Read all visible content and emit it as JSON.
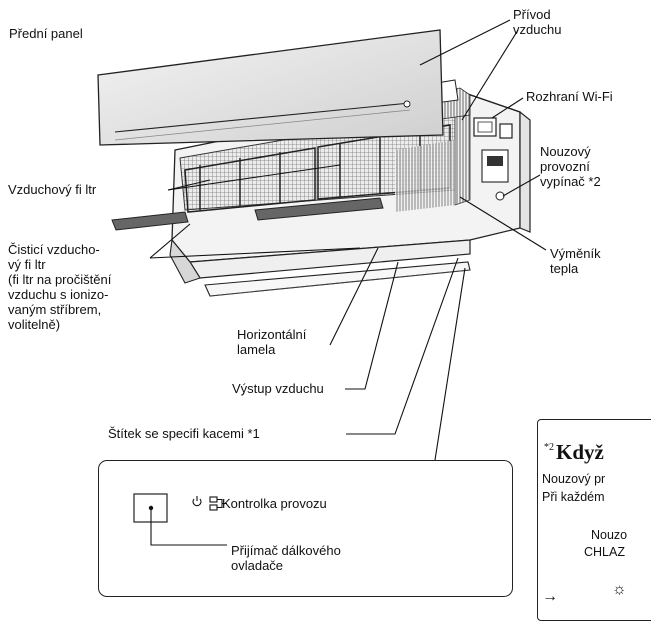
{
  "labels": {
    "front_panel": "Přední panel",
    "air_inlet": "Přívod\nvzduchu",
    "wifi": "Rozhraní Wi-Fi",
    "emergency_switch": "Nouzový\nprovozní\nvypínač *2",
    "air_filter": "Vzduchový fi ltr",
    "cleaning_filter": "Čisticí vzducho-\nvý fi ltr\n(fi ltr na pročištění\nvzduchu s ionizo-\nvaným stříbrem,\nvolitelně)",
    "heat_exchanger": "Výměník\ntepla",
    "horizontal_louver": "Horizontální\nlamela",
    "air_outlet": "Výstup vzduchu",
    "spec_label": "Štítek se specifi kacemi *1",
    "operation_indicator": "Kontrolka provozu",
    "remote_receiver": "Přijímač dálkového\novladače"
  },
  "note": {
    "title_sup": "*2",
    "title": "Když",
    "line1": "Nouzový pr",
    "line2": "Při každém",
    "line3": "Nouzo",
    "line4": "CHLAZ"
  },
  "colors": {
    "line": "#222222",
    "panel_gray": "#d9d9d9",
    "filter_dark": "#6f6f6f"
  }
}
